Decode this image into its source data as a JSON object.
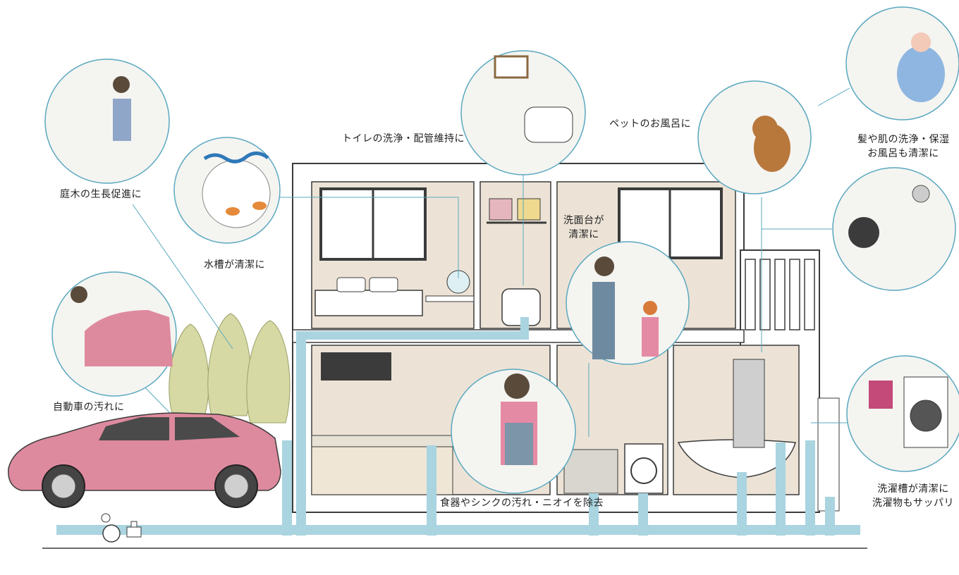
{
  "colors": {
    "pipe": "#a9d4e0",
    "leader": "#5aa8bf",
    "wall": "#3b3b3b",
    "room": "#ece3d6",
    "car": "#de8a9e",
    "tree": "#d7d9a4",
    "circle_fill": "#f4f4f1"
  },
  "callouts": {
    "garden": "庭木の生長促進に",
    "aquarium": "水槽が清潔に",
    "car": "自動車の汚れに",
    "toilet": "トイレの洗浄・配管維持に",
    "pet": "ペットのお風呂に",
    "bath_line1": "髪や肌の洗浄・保湿",
    "bath_line2": "お風呂も清潔に",
    "washstand_line1": "洗面台が",
    "washstand_line2": "清潔に",
    "kitchen": "食器やシンクの汚れ・ニオイを除去",
    "laundry_line1": "洗濯槽が清潔に",
    "laundry_line2": "洗濯物もサッパリ"
  },
  "icons": [
    "faucet-icon",
    "water-meter-icon"
  ]
}
